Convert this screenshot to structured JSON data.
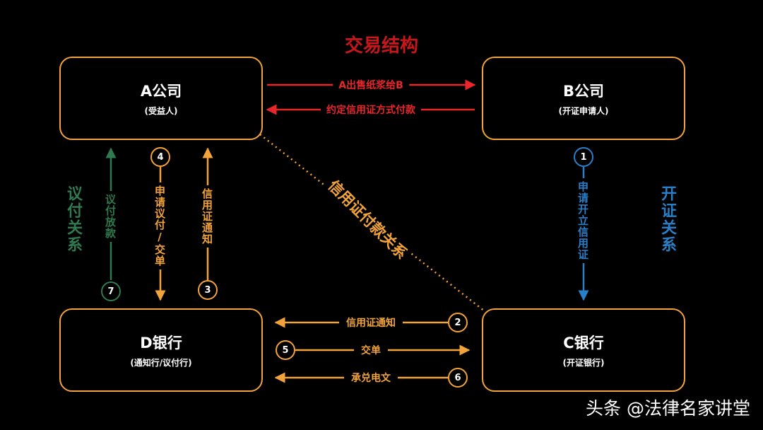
{
  "title": "交易结构",
  "boxes": {
    "a": {
      "name": "A公司",
      "role": "(受益人)"
    },
    "b": {
      "name": "B公司",
      "role": "(开证申请人)"
    },
    "c": {
      "name": "C银行",
      "role": "(开证银行)"
    },
    "d": {
      "name": "D银行",
      "role": "(通知行/议付行)"
    }
  },
  "arrows": {
    "ab_top": "A出售纸浆给B",
    "ba_bottom": "约定信用证方式付款",
    "cd_notice": "信用证通知",
    "dc_docs": "交单",
    "cd_cable": "承兑电文",
    "da_payment": "议付放款",
    "ad_request": "申请议付/交单",
    "da_notice": "信用证通知",
    "bc_apply": "申请开立信用证",
    "ac_diagonal": "信用证付款关系"
  },
  "steps": {
    "s1": "1",
    "s2": "2",
    "s3": "3",
    "s4": "4",
    "s5": "5",
    "s6": "6",
    "s7": "7"
  },
  "side_labels": {
    "left": "议付关系",
    "right": "开证关系"
  },
  "watermark": "头条 @法律名家讲堂",
  "colors": {
    "red": "#e8262c",
    "orange": "#f2a33a",
    "green": "#2f7a4f",
    "blue": "#2a7fc9"
  }
}
